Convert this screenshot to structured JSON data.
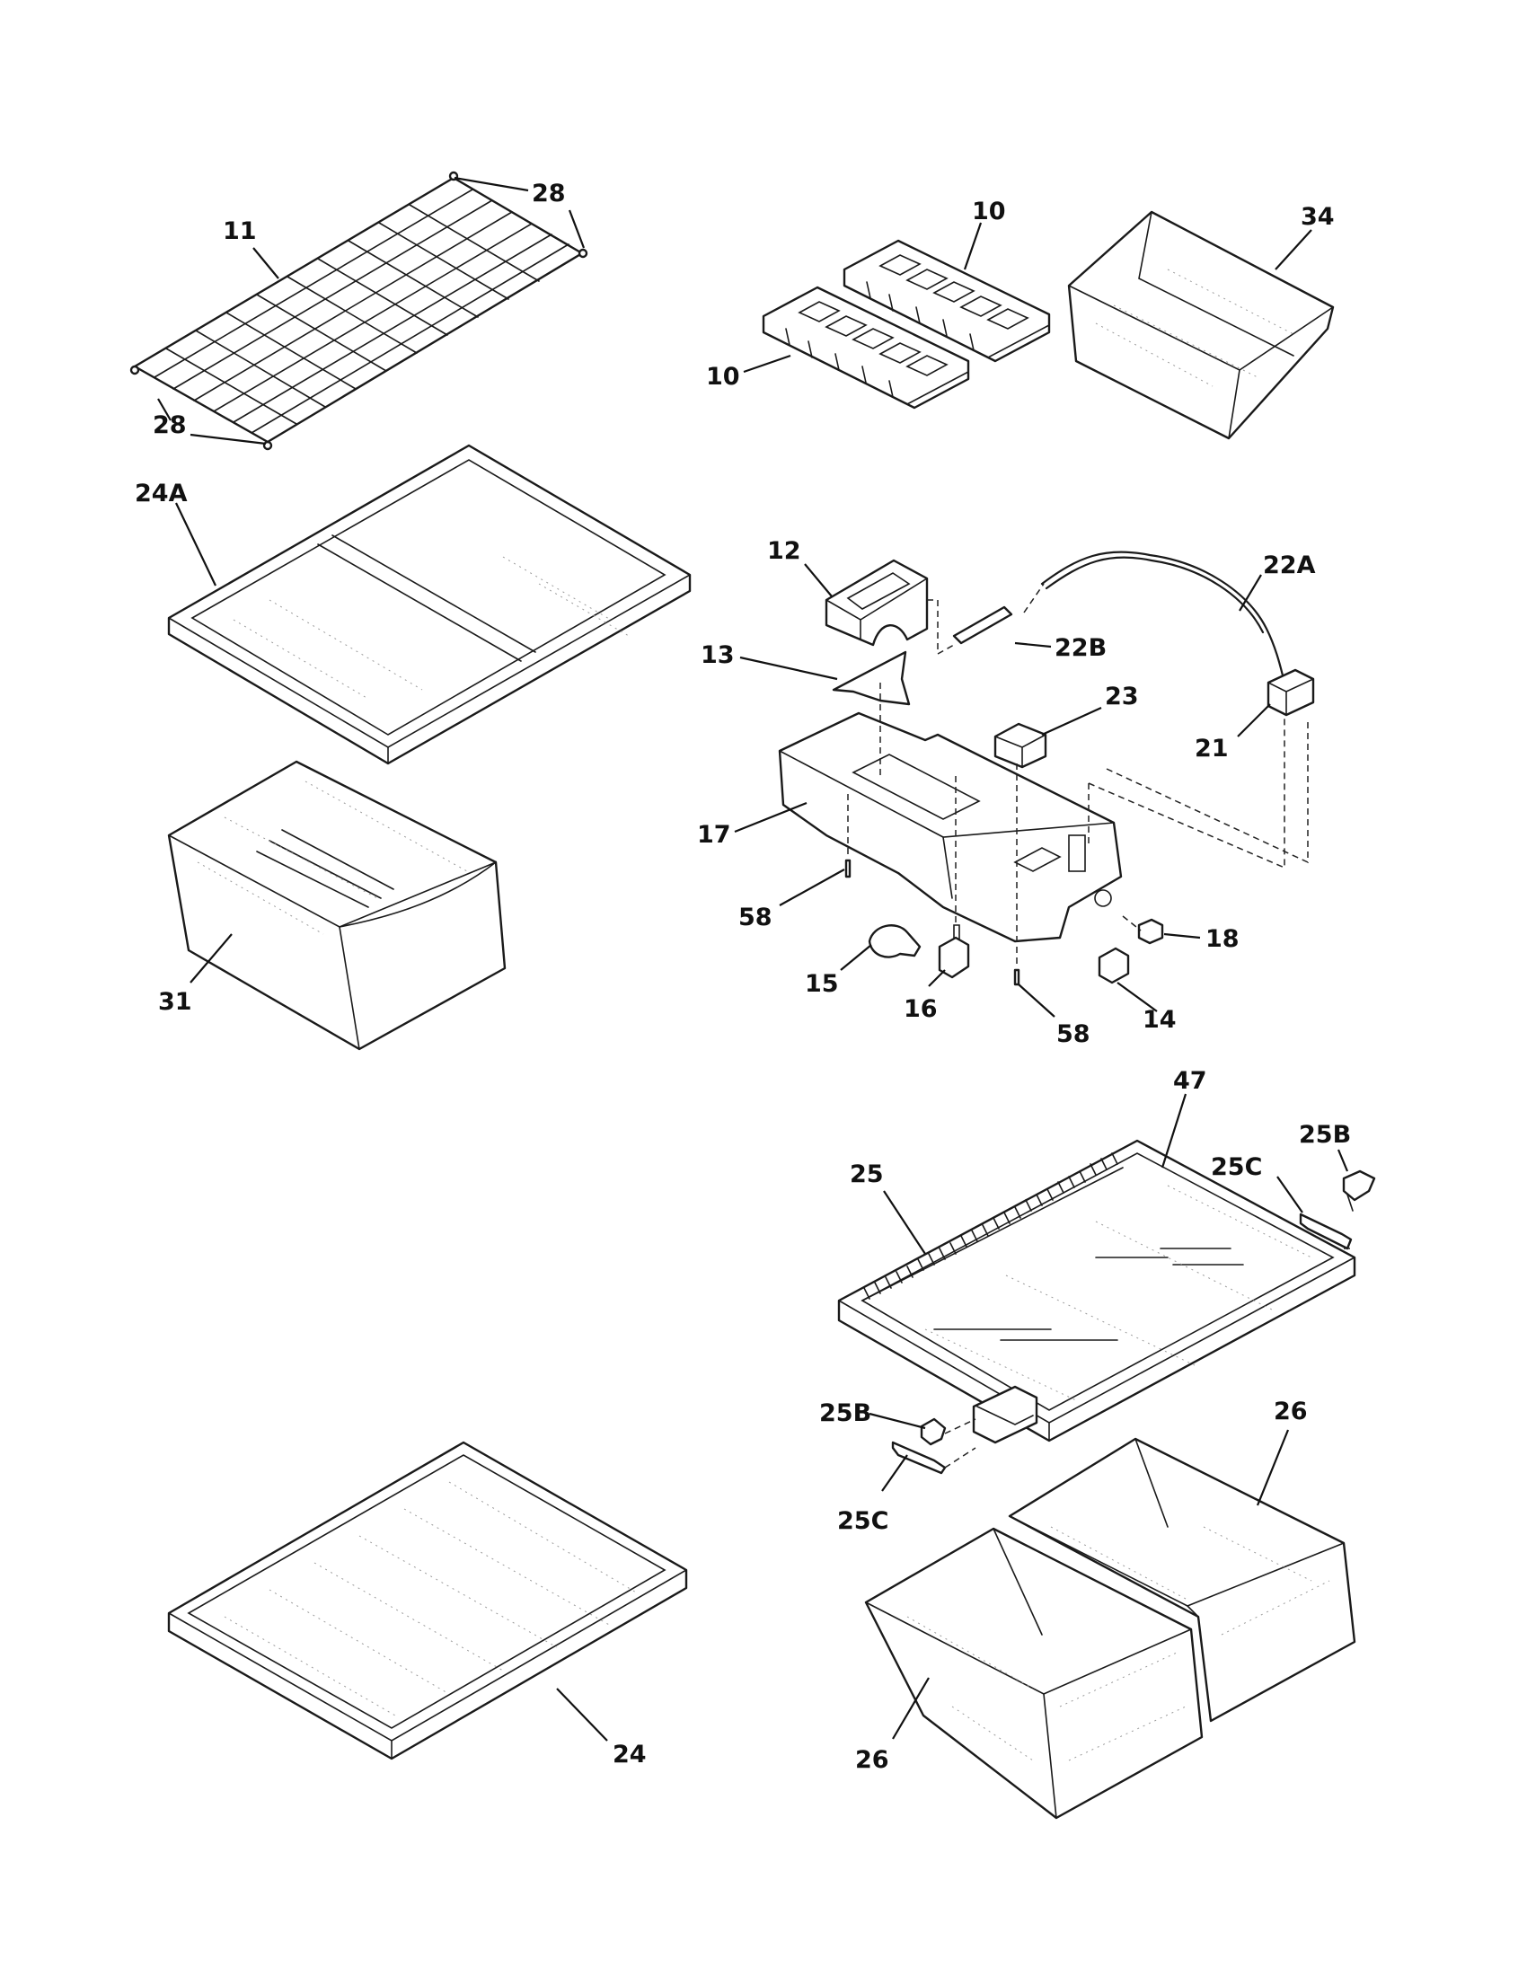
{
  "callouts": {
    "c28a": "28",
    "c28b": "28",
    "c11": "11",
    "c10a": "10",
    "c10b": "10",
    "c34": "34",
    "c24A": "24A",
    "c12": "12",
    "c22A": "22A",
    "c22B": "22B",
    "c13": "13",
    "c23": "23",
    "c21": "21",
    "c17": "17",
    "c58a": "58",
    "c58b": "58",
    "c15": "15",
    "c16": "16",
    "c14": "14",
    "c18": "18",
    "c31": "31",
    "c47": "47",
    "c25": "25",
    "c25Ca": "25C",
    "c25Cb": "25C",
    "c25Ba": "25B",
    "c25Bb": "25B",
    "c26a": "26",
    "c26b": "26",
    "c24": "24"
  }
}
